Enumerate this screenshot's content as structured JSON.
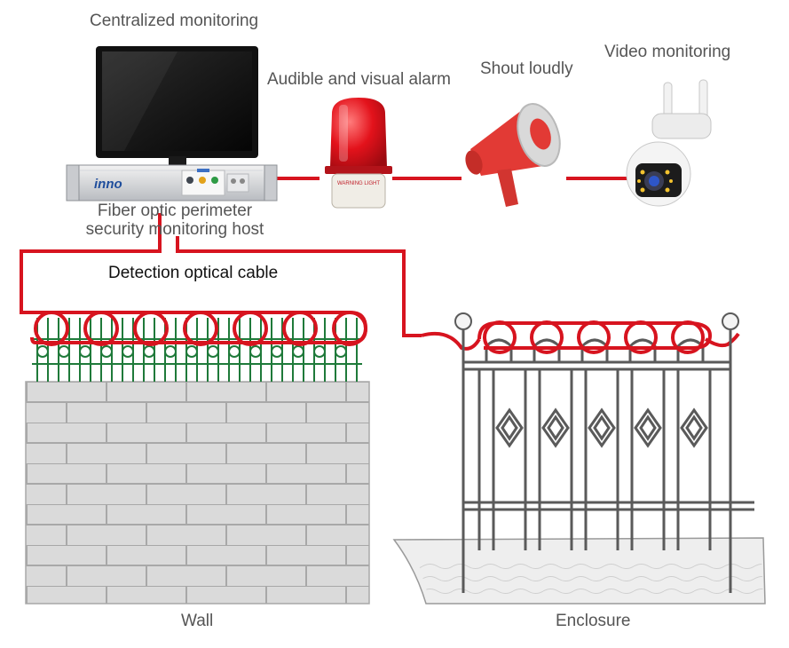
{
  "labels": {
    "centralized_monitoring": "Centralized monitoring",
    "alarm": "Audible and visual alarm",
    "shout": "Shout loudly",
    "video": "Video monitoring",
    "host_line1": "Fiber optic perimeter",
    "host_line2": "security monitoring host",
    "cable": "Detection optical cable",
    "wall": "Wall",
    "enclosure": "Enclosure"
  },
  "devices": {
    "host_brand": "inno",
    "beacon_text": "WARNING LIGHT"
  },
  "colors": {
    "cable": "#d7141f",
    "brick_fill": "#d9d9d9",
    "brick_mortar": "#a8a8a8",
    "mesh": "#1f7a3a",
    "fence": "#5a5a5a",
    "label_text": "#555555"
  }
}
